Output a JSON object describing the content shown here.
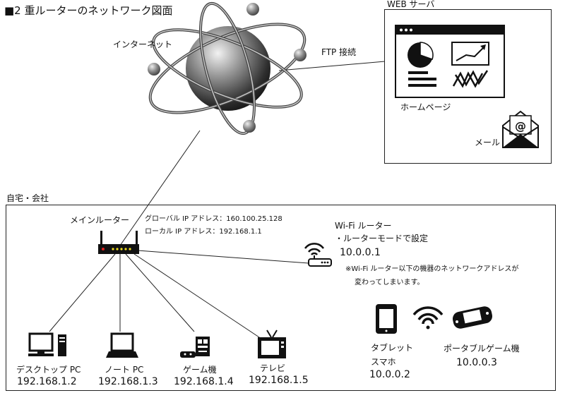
{
  "title": "■2 重ルーターのネットワーク図面",
  "internet": {
    "label": "インターネット"
  },
  "ftp": {
    "label": "FTP 接続"
  },
  "web_server": {
    "label": "WEB サーバ",
    "homepage_label": "ホームページ",
    "mail_label": "メール"
  },
  "home": {
    "label": "自宅・会社",
    "main_router": {
      "label": "メインルーター",
      "global_ip": "グローバル IP アドレス：160.100.25.128",
      "local_ip": "ローカル IP アドレス：192.168.1.1"
    },
    "wifi_router": {
      "label": "Wi-Fi ルーター",
      "mode": "・ルーターモードで設定",
      "ip": "10.0.0.1",
      "note_line1": "※Wi-Fi ルーター以下の機器のネットワークアドレスが",
      "note_line2": "変わってしまいます。"
    },
    "wired_devices": [
      {
        "name": "デスクトップ PC",
        "ip": "192.168.1.2",
        "icon": "desktop-pc-icon"
      },
      {
        "name": "ノート PC",
        "ip": "192.168.1.3",
        "icon": "laptop-icon"
      },
      {
        "name": "ゲーム機",
        "ip": "192.168.1.4",
        "icon": "game-console-icon"
      },
      {
        "name": "テレビ",
        "ip": "192.168.1.5",
        "icon": "tv-icon"
      }
    ],
    "wireless_devices": [
      {
        "name": "タブレット",
        "icon": "tablet-icon"
      },
      {
        "name": "スマホ",
        "ip": "10.0.0.2"
      },
      {
        "name": "ポータブルゲーム機",
        "ip": "10.0.0.3",
        "icon": "portable-game-icon"
      }
    ]
  }
}
